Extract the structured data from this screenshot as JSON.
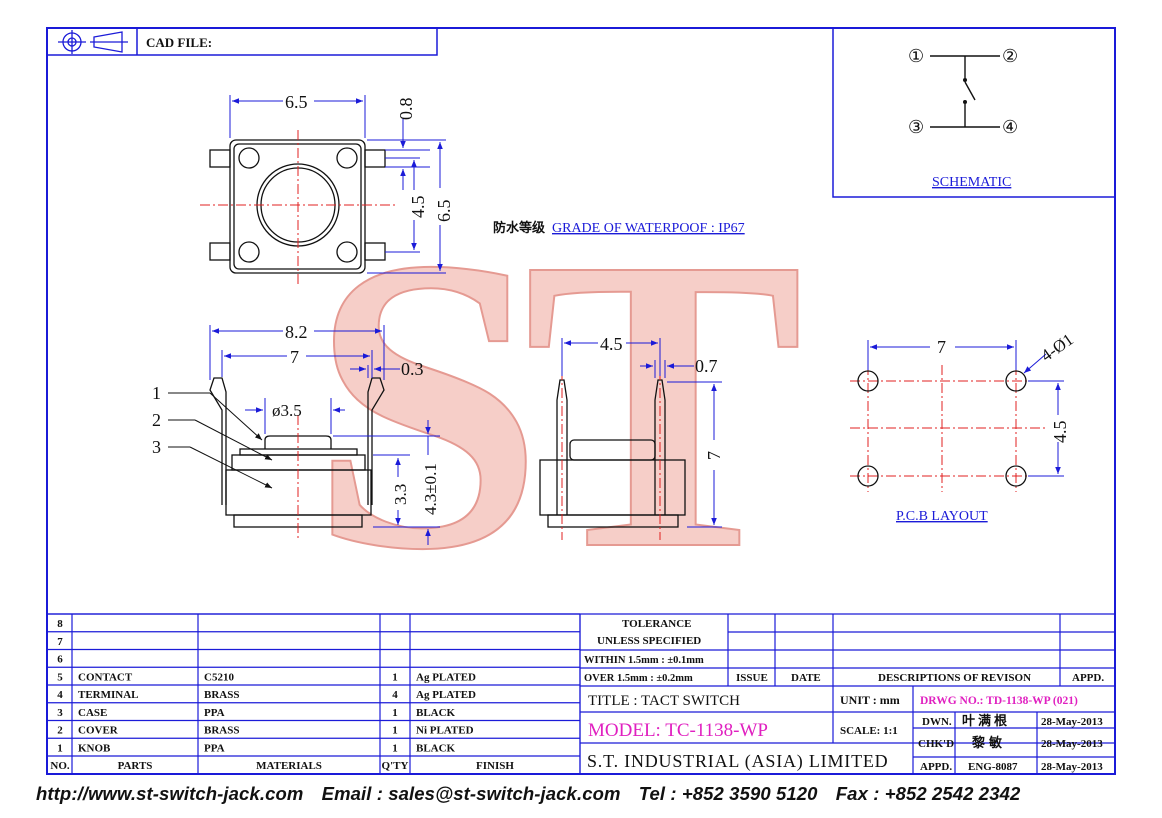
{
  "header": {
    "cad_file_label": "CAD FILE:"
  },
  "watermark": {
    "text": "ST"
  },
  "waterproof": {
    "chinese": "防水等级",
    "label": "GRADE OF WATERPOOF : IP67"
  },
  "schematic": {
    "pins": [
      "①",
      "②",
      "③",
      "④"
    ],
    "caption": "SCHEMATIC"
  },
  "pcb_layout": {
    "caption": "P.C.B LAYOUT",
    "dim_width": "7",
    "dim_height": "4.5",
    "holes": "4-Ø1"
  },
  "top_view": {
    "dim_width": "6.5",
    "dim_lead": "0.8",
    "dim_inner": "4.5",
    "dim_outer": "6.5"
  },
  "side_view": {
    "dim_leads": "8.2",
    "dim_body": "7",
    "dim_lead_thk": "0.3",
    "dim_knob": "ø3.5",
    "dim_body_h": "3.3",
    "dim_total_h": "4.3±0.1",
    "callouts": [
      "1",
      "2",
      "3"
    ]
  },
  "end_view": {
    "dim_pitch": "4.5",
    "dim_pin_w": "0.7",
    "dim_height": "7"
  },
  "bom": {
    "rows": [
      {
        "no": "8",
        "part": "",
        "material": "",
        "qty": "",
        "finish": ""
      },
      {
        "no": "7",
        "part": "",
        "material": "",
        "qty": "",
        "finish": ""
      },
      {
        "no": "6",
        "part": "",
        "material": "",
        "qty": "",
        "finish": ""
      },
      {
        "no": "5",
        "part": "CONTACT",
        "material": "C5210",
        "qty": "1",
        "finish": "Ag PLATED"
      },
      {
        "no": "4",
        "part": "TERMINAL",
        "material": "BRASS",
        "qty": "4",
        "finish": "Ag PLATED"
      },
      {
        "no": "3",
        "part": "CASE",
        "material": "PPA",
        "qty": "1",
        "finish": "BLACK"
      },
      {
        "no": "2",
        "part": "COVER",
        "material": "BRASS",
        "qty": "1",
        "finish": "Ni PLATED"
      },
      {
        "no": "1",
        "part": "KNOB",
        "material": "PPA",
        "qty": "1",
        "finish": "BLACK"
      }
    ],
    "headers": {
      "no": "NO.",
      "part": "PARTS",
      "material": "MATERIALS",
      "qty": "Q'TY",
      "finish": "FINISH"
    }
  },
  "tolerance": {
    "line1": "TOLERANCE",
    "line2": "UNLESS   SPECIFIED",
    "within": "WITHIN  1.5mm : ±0.1mm",
    "over": "OVER    1.5mm : ±0.2mm"
  },
  "revision": {
    "issue": "ISSUE",
    "date": "DATE",
    "desc": "DESCRIPTIONS OF REVISON",
    "appd": "APPD."
  },
  "title_block": {
    "title": "TITLE : TACT SWITCH",
    "unit_label": "UNIT :   mm",
    "drwg_no": "DRWG NO.: TD-1138-WP (021)",
    "model": "MODEL: TC-1138-WP",
    "scale": "SCALE:  1:1",
    "company": "S.T. INDUSTRIAL (ASIA) LIMITED",
    "dwn_label": "DWN.",
    "dwn_name": "叶满根",
    "dwn_date": "28-May-2013",
    "chkd_label": "CHK'D",
    "chkd_name": "黎敏",
    "chkd_date": "28-May-2013",
    "appd_label": "APPD.",
    "appd_name": "ENG-8087",
    "appd_date": "28-May-2013"
  },
  "footer": {
    "website": "http://www.st-switch-jack.com",
    "email": "Email : sales@st-switch-jack.com",
    "tel": "Tel : +852 3590 5120",
    "fax": "Fax : +852 2542 2342"
  },
  "colors": {
    "frame": "#1b1bd8",
    "dim": "#1b1bd8",
    "center": "#e02020",
    "accent": "#e020c0",
    "watermark": "#f2b8b0"
  }
}
